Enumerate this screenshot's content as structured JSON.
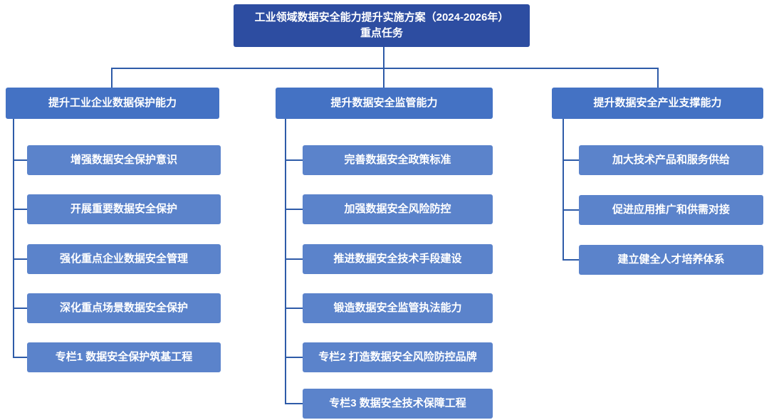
{
  "root": {
    "title_line1": "工业领域数据安全能力提升实施方案（2024-2026年）",
    "title_line2": "重点任务"
  },
  "branches": [
    {
      "label": "提升工业企业数据保护能力",
      "items": [
        "增强数据安全保护意识",
        "开展重要数据安全保护",
        "强化重点企业数据安全管理",
        "深化重点场景数据安全保护",
        "专栏1 数据安全保护筑基工程"
      ]
    },
    {
      "label": "提升数据安全监管能力",
      "items": [
        "完善数据安全政策标准",
        "加强数据安全风险防控",
        "推进数据安全技术手段建设",
        "锻造数据安全监管执法能力",
        "专栏2 打造数据安全风险防控品牌",
        "专栏3 数据安全技术保障工程"
      ]
    },
    {
      "label": "提升数据安全产业支撑能力",
      "items": [
        "加大技术产品和服务供给",
        "促进应用推广和供需对接",
        "建立健全人才培养体系"
      ]
    }
  ],
  "colors": {
    "root_bg": "#2D4DA1",
    "branch_bg": "#4472C4",
    "item_bg": "#5B83CB",
    "line": "#2E5BA8"
  }
}
